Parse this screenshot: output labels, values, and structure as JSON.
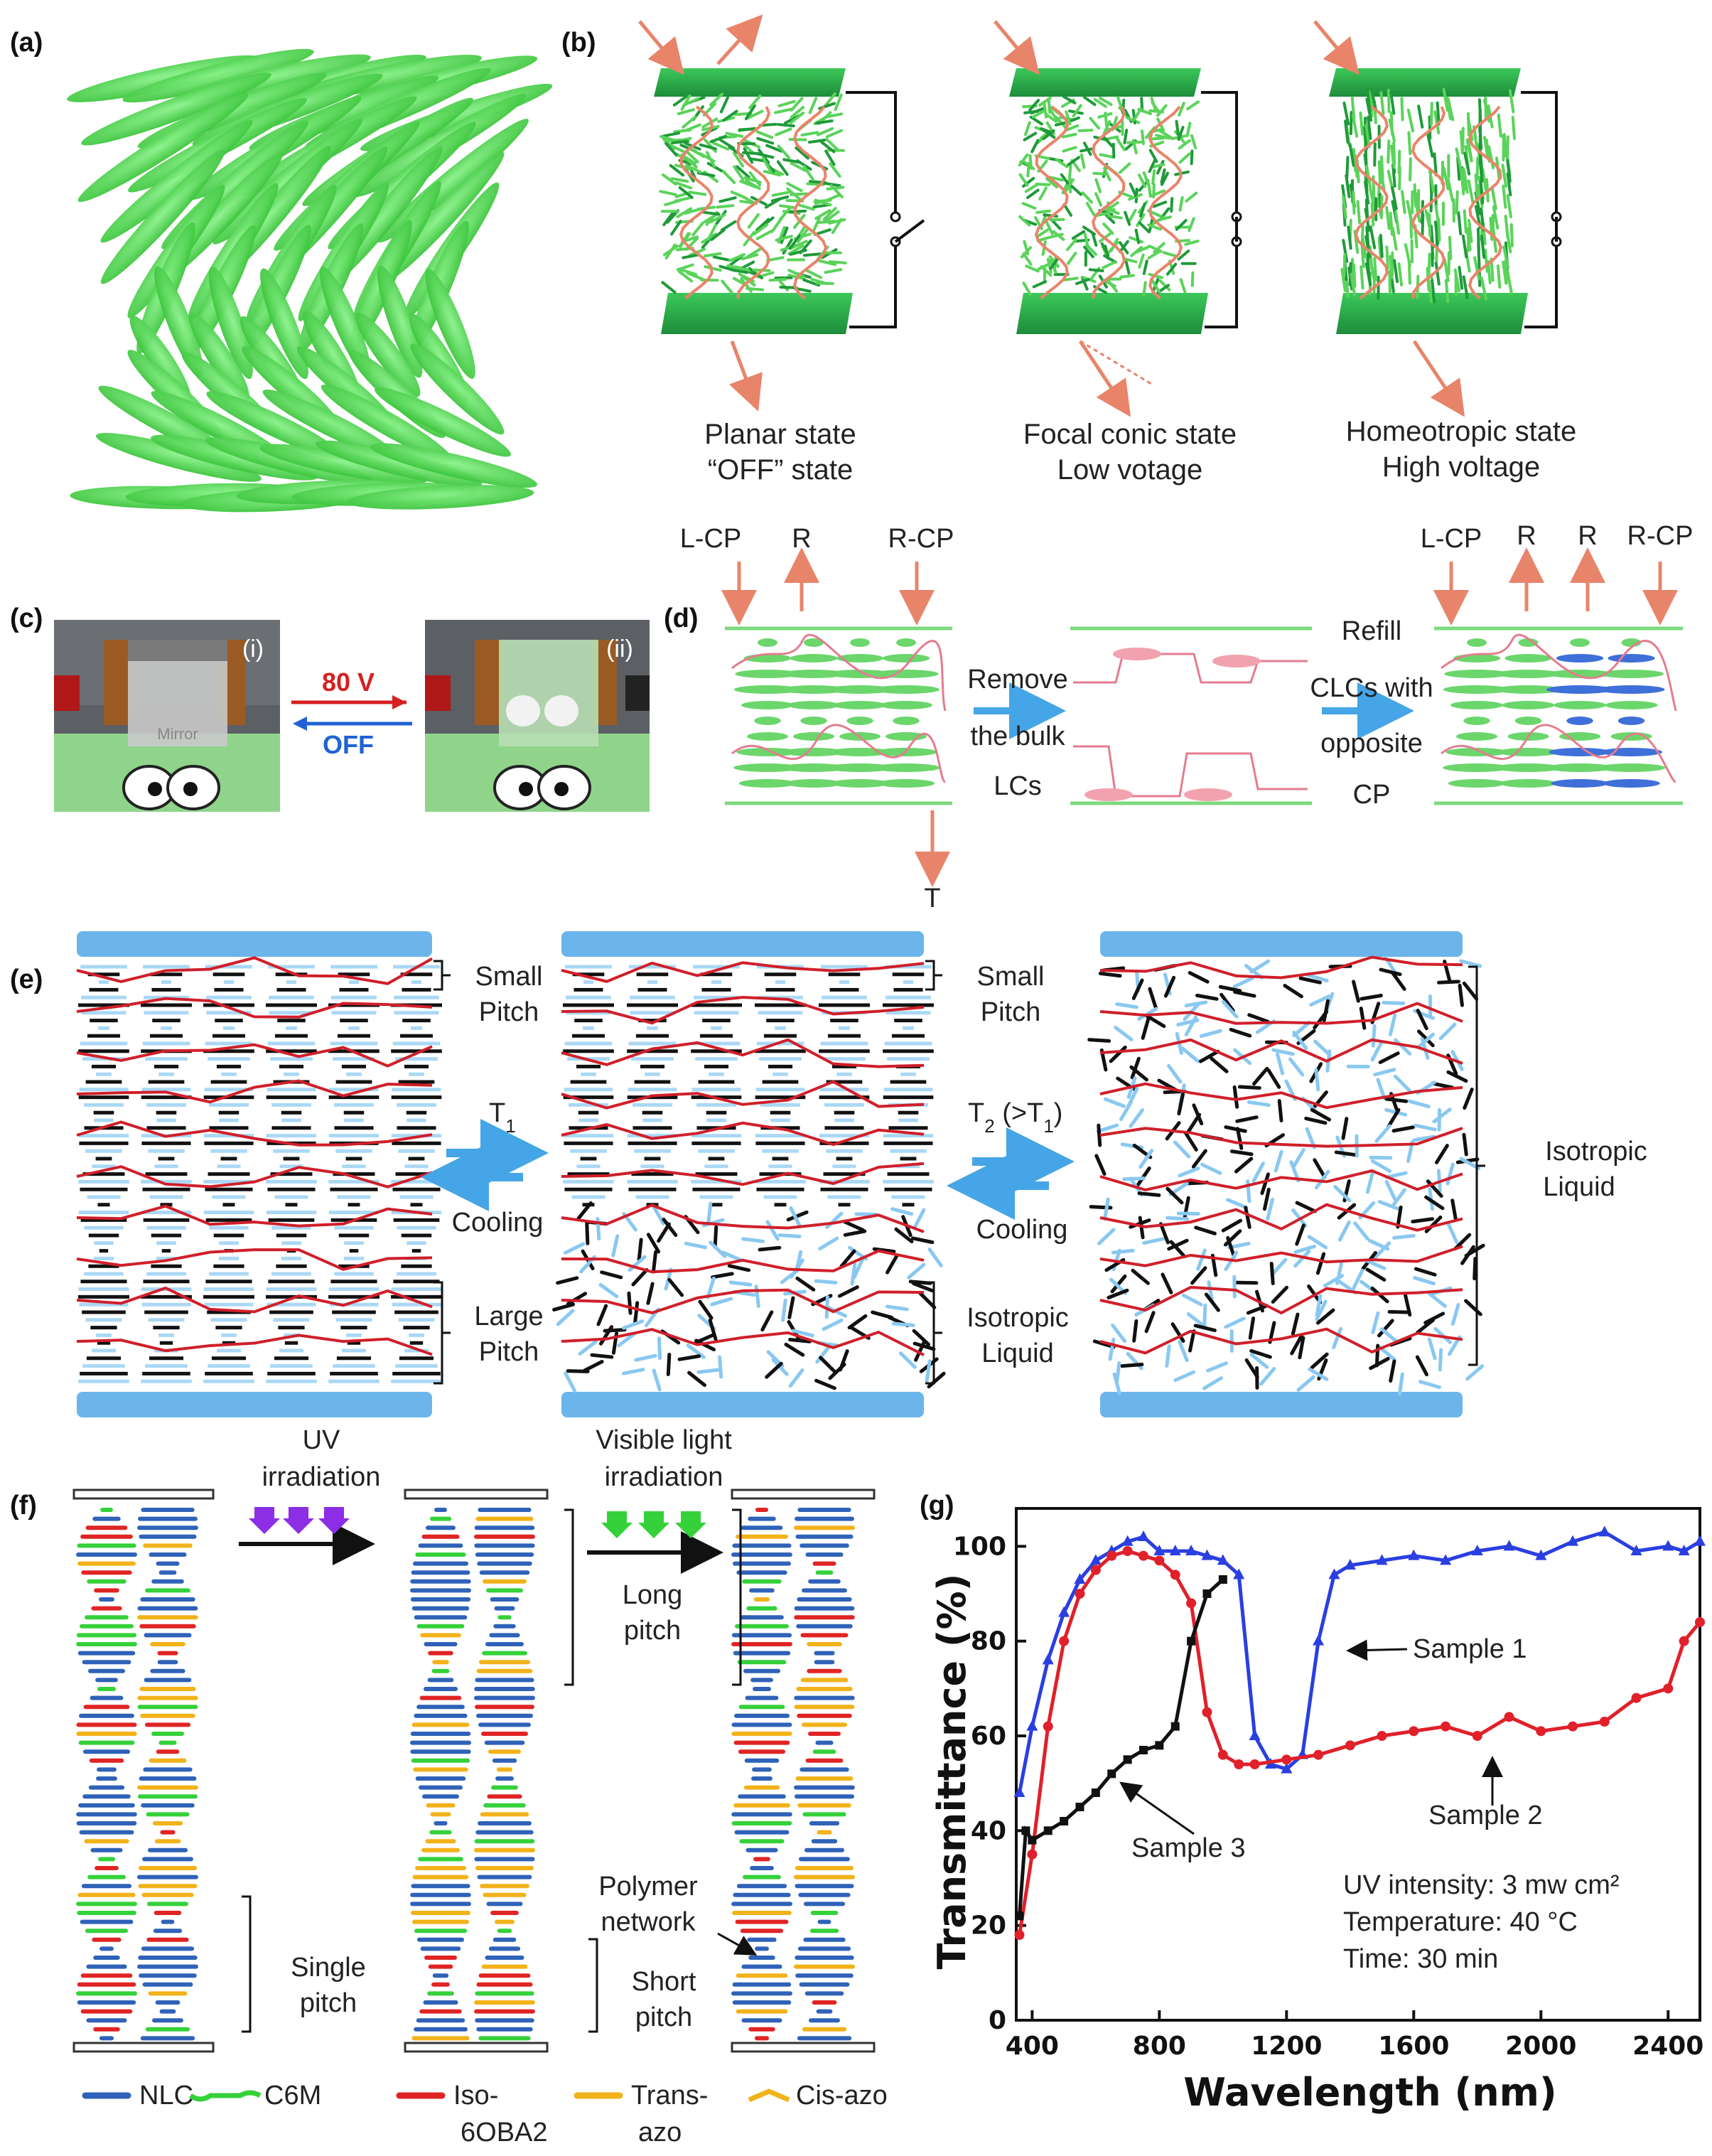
{
  "panels": {
    "a": "(a)",
    "b": "(b)",
    "c": "(c)",
    "d": "(d)",
    "e": "(e)",
    "f": "(f)",
    "g": "(g)"
  },
  "b": {
    "planar_l1": "Planar state",
    "planar_l2": "“OFF” state",
    "focal_l1": "Focal conic state",
    "focal_l2": "Low votage",
    "homeo_l1": "Homeotropic state",
    "homeo_l2": "High voltage"
  },
  "c": {
    "label_i": "(i)",
    "label_ii": "(ii)",
    "on_label": "80 V",
    "off_label": "OFF",
    "mirror_text": "Mirror"
  },
  "d": {
    "lcp": "L-CP",
    "r": "R",
    "rcp": "R-CP",
    "t": "T",
    "remove_1": "Remove",
    "remove_2": "the bulk",
    "remove_3": "LCs",
    "refill_1": "Refill",
    "refill_2": "CLCs with",
    "refill_3": "opposite",
    "refill_4": "CP",
    "lcp2": "L-CP",
    "r2a": "R",
    "r2b": "R",
    "rcp2": "R-CP"
  },
  "e": {
    "small_pitch_1": "Small",
    "small_pitch_2": "Pitch",
    "large_pitch_1": "Large",
    "large_pitch_2": "Pitch",
    "t1": "T",
    "t1_sub": "1",
    "cooling1": "Cooling",
    "small_pitch_b1": "Small",
    "small_pitch_b2": "Pitch",
    "iso_liquid_1": "Isotropic",
    "iso_liquid_2": "Liquid",
    "t2": "T",
    "t2_sub": "2",
    "t2_rest": " (>T",
    "t2_sub2": "1",
    "t2_close": ")",
    "cooling2": "Cooling",
    "iso_liquid_b1": "Isotropic",
    "iso_liquid_b2": "Liquid"
  },
  "f": {
    "uv_1": "UV",
    "uv_2": "irradiation",
    "vis_1": "Visible light",
    "vis_2": "irradiation",
    "long_pitch_1": "Long",
    "long_pitch_2": "pitch",
    "single_pitch_1": "Single",
    "single_pitch_2": "pitch",
    "polymer_1": "Polymer",
    "polymer_2": "network",
    "short_pitch_1": "Short",
    "short_pitch_2": "pitch",
    "legend": [
      {
        "name": "NLC",
        "color": "#2f62b8"
      },
      {
        "name": "C6M",
        "color": "#35d13a"
      },
      {
        "name": "Iso-",
        "name2": "6OBA2",
        "color": "#e02424"
      },
      {
        "name": "Trans-",
        "name2": "azo",
        "color": "#f2b21a"
      },
      {
        "name": "Cis-azo",
        "color": "#f2b21a"
      }
    ]
  },
  "chart_data": {
    "type": "line",
    "xlabel": "Wavelength (nm)",
    "ylabel": "Transmittance (%)",
    "xlim": [
      350,
      2500
    ],
    "ylim": [
      0,
      108
    ],
    "xticks": [
      400,
      800,
      1200,
      1600,
      2000,
      2400
    ],
    "yticks": [
      0,
      20,
      40,
      60,
      80,
      100
    ],
    "annotation_lines": [
      "UV intensity: 3 mw cm²",
      "Temperature: 40 °C",
      "Time: 30 min"
    ],
    "series": [
      {
        "name": "Sample 1",
        "color": "#2a3fe0",
        "marker": "triangle",
        "x": [
          360,
          400,
          450,
          500,
          550,
          600,
          650,
          700,
          750,
          800,
          850,
          900,
          950,
          1000,
          1050,
          1100,
          1150,
          1200,
          1250,
          1300,
          1350,
          1400,
          1500,
          1600,
          1700,
          1800,
          1900,
          2000,
          2100,
          2200,
          2300,
          2400,
          2450,
          2500
        ],
        "y": [
          48,
          62,
          76,
          86,
          93,
          97,
          99,
          101,
          102,
          99,
          99,
          99,
          98,
          97,
          94,
          60,
          54,
          53,
          56,
          80,
          94,
          96,
          97,
          98,
          97,
          99,
          100,
          98,
          101,
          103,
          99,
          100,
          99,
          101
        ]
      },
      {
        "name": "Sample 2",
        "color": "#e0202a",
        "marker": "circle",
        "x": [
          360,
          400,
          450,
          500,
          550,
          600,
          650,
          700,
          750,
          800,
          850,
          900,
          950,
          1000,
          1050,
          1100,
          1200,
          1300,
          1400,
          1500,
          1600,
          1700,
          1800,
          1900,
          2000,
          2100,
          2200,
          2300,
          2400,
          2450,
          2500
        ],
        "y": [
          18,
          35,
          62,
          80,
          90,
          95,
          98,
          99,
          98,
          97,
          94,
          88,
          65,
          56,
          54,
          54,
          55,
          56,
          58,
          60,
          61,
          62,
          60,
          64,
          61,
          62,
          63,
          68,
          70,
          80,
          84
        ]
      },
      {
        "name": "Sample 3",
        "color": "#111111",
        "marker": "square",
        "x": [
          360,
          380,
          400,
          450,
          500,
          550,
          600,
          650,
          700,
          750,
          800,
          850,
          900,
          950,
          1000
        ],
        "y": [
          22,
          40,
          38,
          40,
          42,
          45,
          48,
          52,
          55,
          57,
          58,
          62,
          80,
          90,
          93
        ]
      }
    ]
  }
}
